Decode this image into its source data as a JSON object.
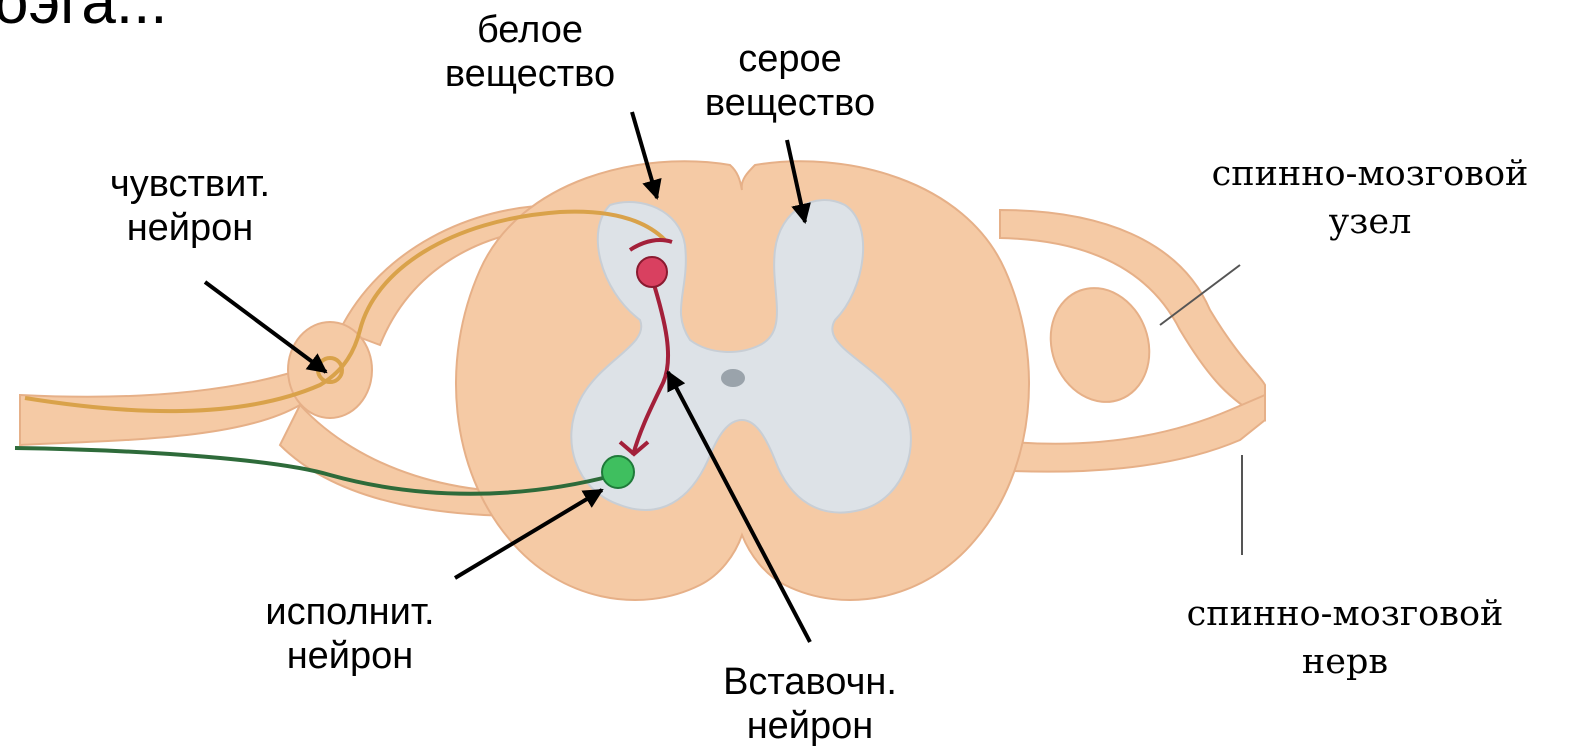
{
  "heading_fragment": "оэга...",
  "labels": {
    "white_matter": [
      "белое",
      "вещество"
    ],
    "gray_matter": [
      "серое",
      "вещество"
    ],
    "sensory_neuron": [
      "чувствит.",
      "нейрон"
    ],
    "spinal_ganglion": [
      "спинно-мозговой",
      "узел"
    ],
    "motor_neuron": [
      "исполнит.",
      "нейрон"
    ],
    "interneuron": [
      "Вставочн.",
      "нейрон"
    ],
    "spinal_nerve": [
      "спинно-мозговой",
      "нерв"
    ]
  },
  "colors": {
    "tissue": "#f5caa5",
    "tissue_edge": "#e6b088",
    "gray_matter": "#dde2e7",
    "sensory_fiber": "#d9a24a",
    "motor_fiber": "#2e6b3a",
    "interneuron": "#a3203a",
    "motor_cell": "#3fbf5f",
    "inter_cell": "#d94060",
    "arrow": "#000000"
  }
}
